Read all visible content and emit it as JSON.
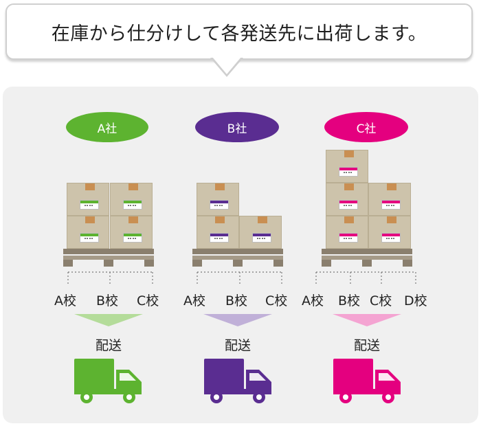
{
  "header": {
    "text": "在庫から仕分けして各発送先に出荷します。"
  },
  "columns": [
    {
      "company": "A社",
      "color": "#5db330",
      "schools": [
        "A校",
        "B校",
        "C校"
      ],
      "ship_label": "配送"
    },
    {
      "company": "B社",
      "color": "#5a2d91",
      "schools": [
        "A校",
        "B校",
        "C校"
      ],
      "ship_label": "配送"
    },
    {
      "company": "C社",
      "color": "#e4007f",
      "schools": [
        "A校",
        "B校",
        "C校",
        "D校"
      ],
      "ship_label": "配送"
    }
  ]
}
